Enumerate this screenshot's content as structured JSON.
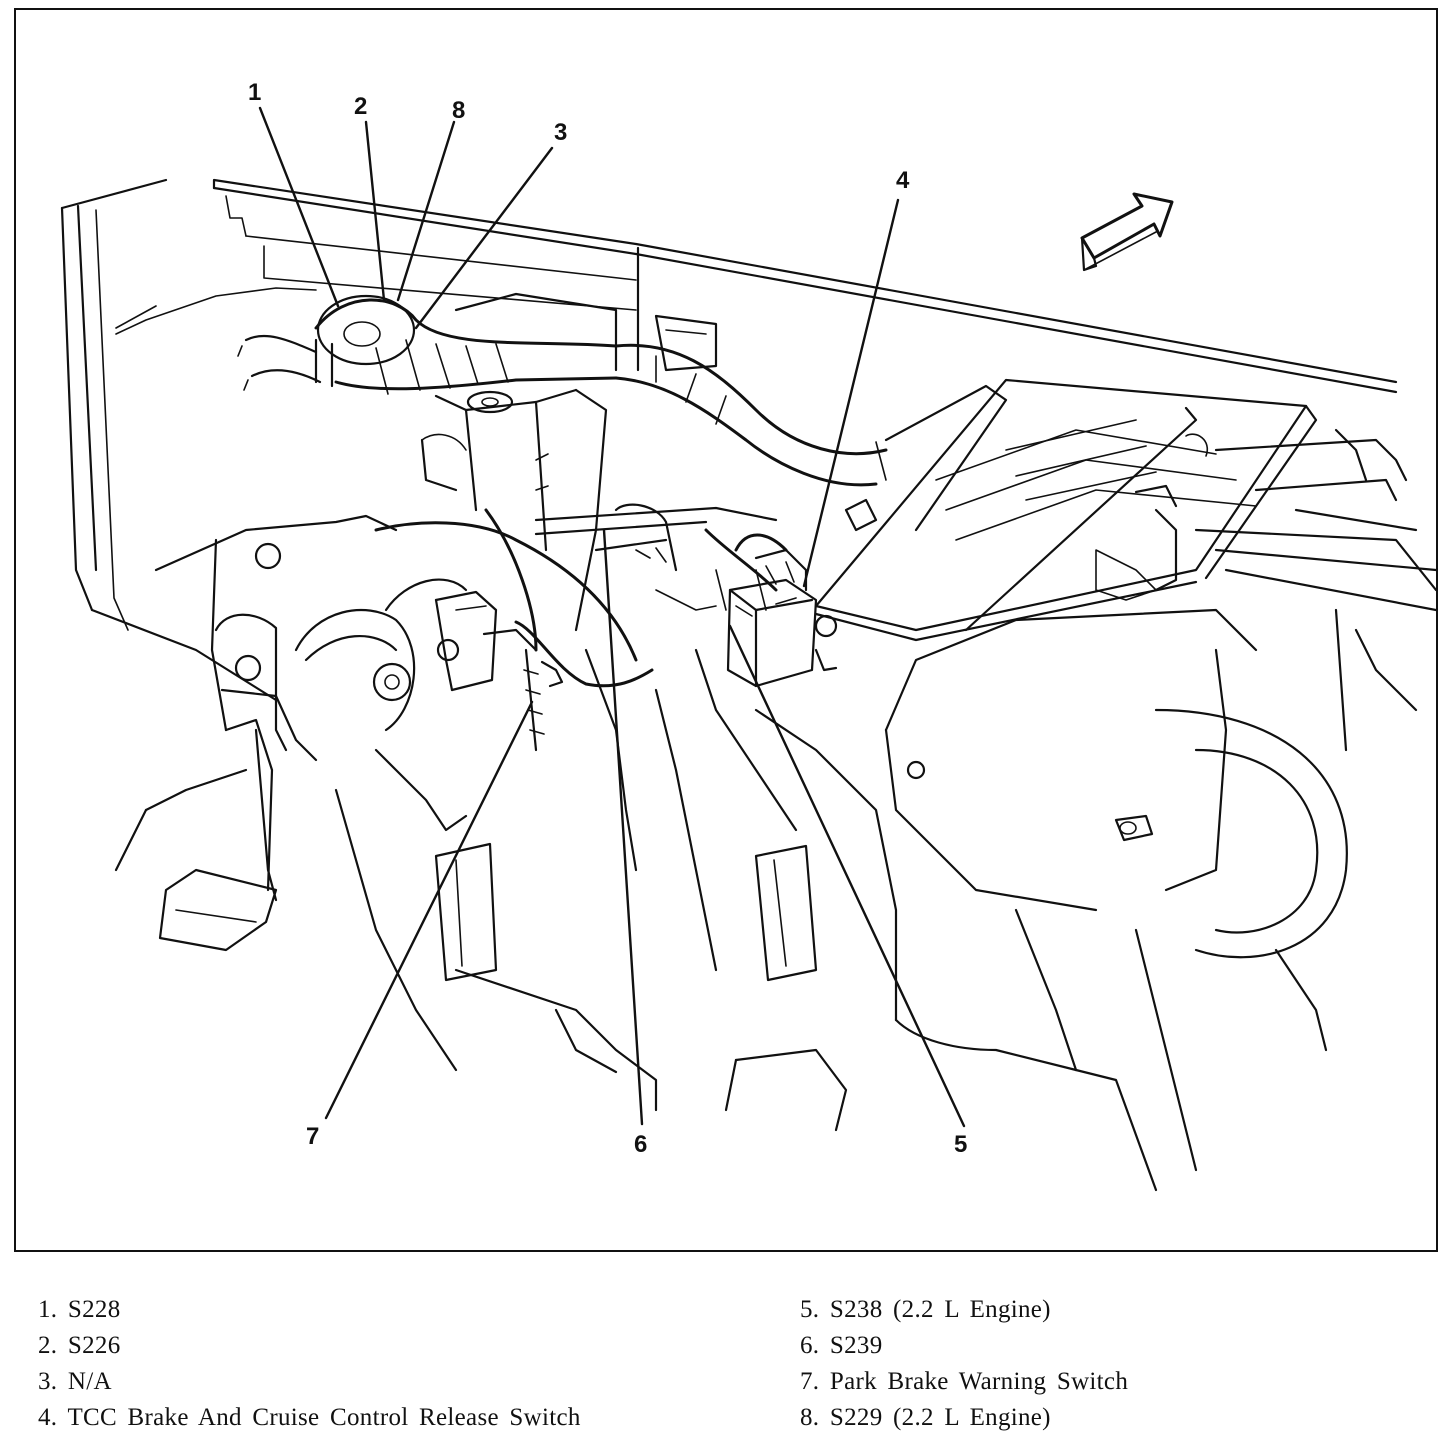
{
  "callouts": {
    "c1": "1",
    "c2": "2",
    "c3": "3",
    "c4": "4",
    "c5": "5",
    "c6": "6",
    "c7": "7",
    "c8": "8"
  },
  "legend": {
    "left": [
      "1. S228",
      "2. S226",
      "3. N/A",
      "4. TCC Brake And Cruise Control Release Switch"
    ],
    "right": [
      "5. S238 (2.2 L Engine)",
      "6. S239",
      "7. Park Brake Warning Switch",
      "8. S229 (2.2 L Engine)"
    ]
  },
  "icons": {
    "direction": "forward-arrow-icon"
  }
}
